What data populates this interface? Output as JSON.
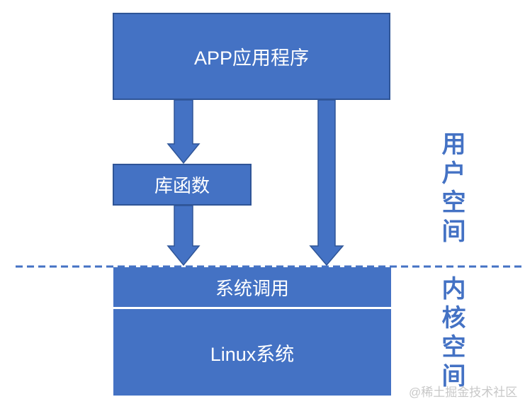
{
  "diagram": {
    "title": "Linux user space / kernel space architecture diagram",
    "boxes": {
      "app": {
        "label": "APP应用程序"
      },
      "lib": {
        "label": "库函数"
      },
      "syscall": {
        "label": "系统调用"
      },
      "linux": {
        "label": "Linux系统"
      }
    },
    "regions": {
      "user_space": {
        "label": "用户空间"
      },
      "kernel_space": {
        "label": "内核空间"
      }
    },
    "arrows": [
      {
        "name": "app-to-lib",
        "from": "app",
        "to": "lib"
      },
      {
        "name": "lib-to-syscall",
        "from": "lib",
        "to": "syscall"
      },
      {
        "name": "app-to-syscall",
        "from": "app",
        "to": "syscall"
      }
    ],
    "watermark": "@稀土掘金技术社区",
    "colors": {
      "box_fill": "#4472C4",
      "box_border": "#2F5597",
      "arrow_fill": "#4472C4",
      "arrow_border": "#2F5597",
      "divider_dashed": "#4472C4",
      "box_text": "#FFFFFF",
      "region_label_text": "#4472C4",
      "watermark_text": "#C8C8C8",
      "background": "#FFFFFF"
    }
  }
}
